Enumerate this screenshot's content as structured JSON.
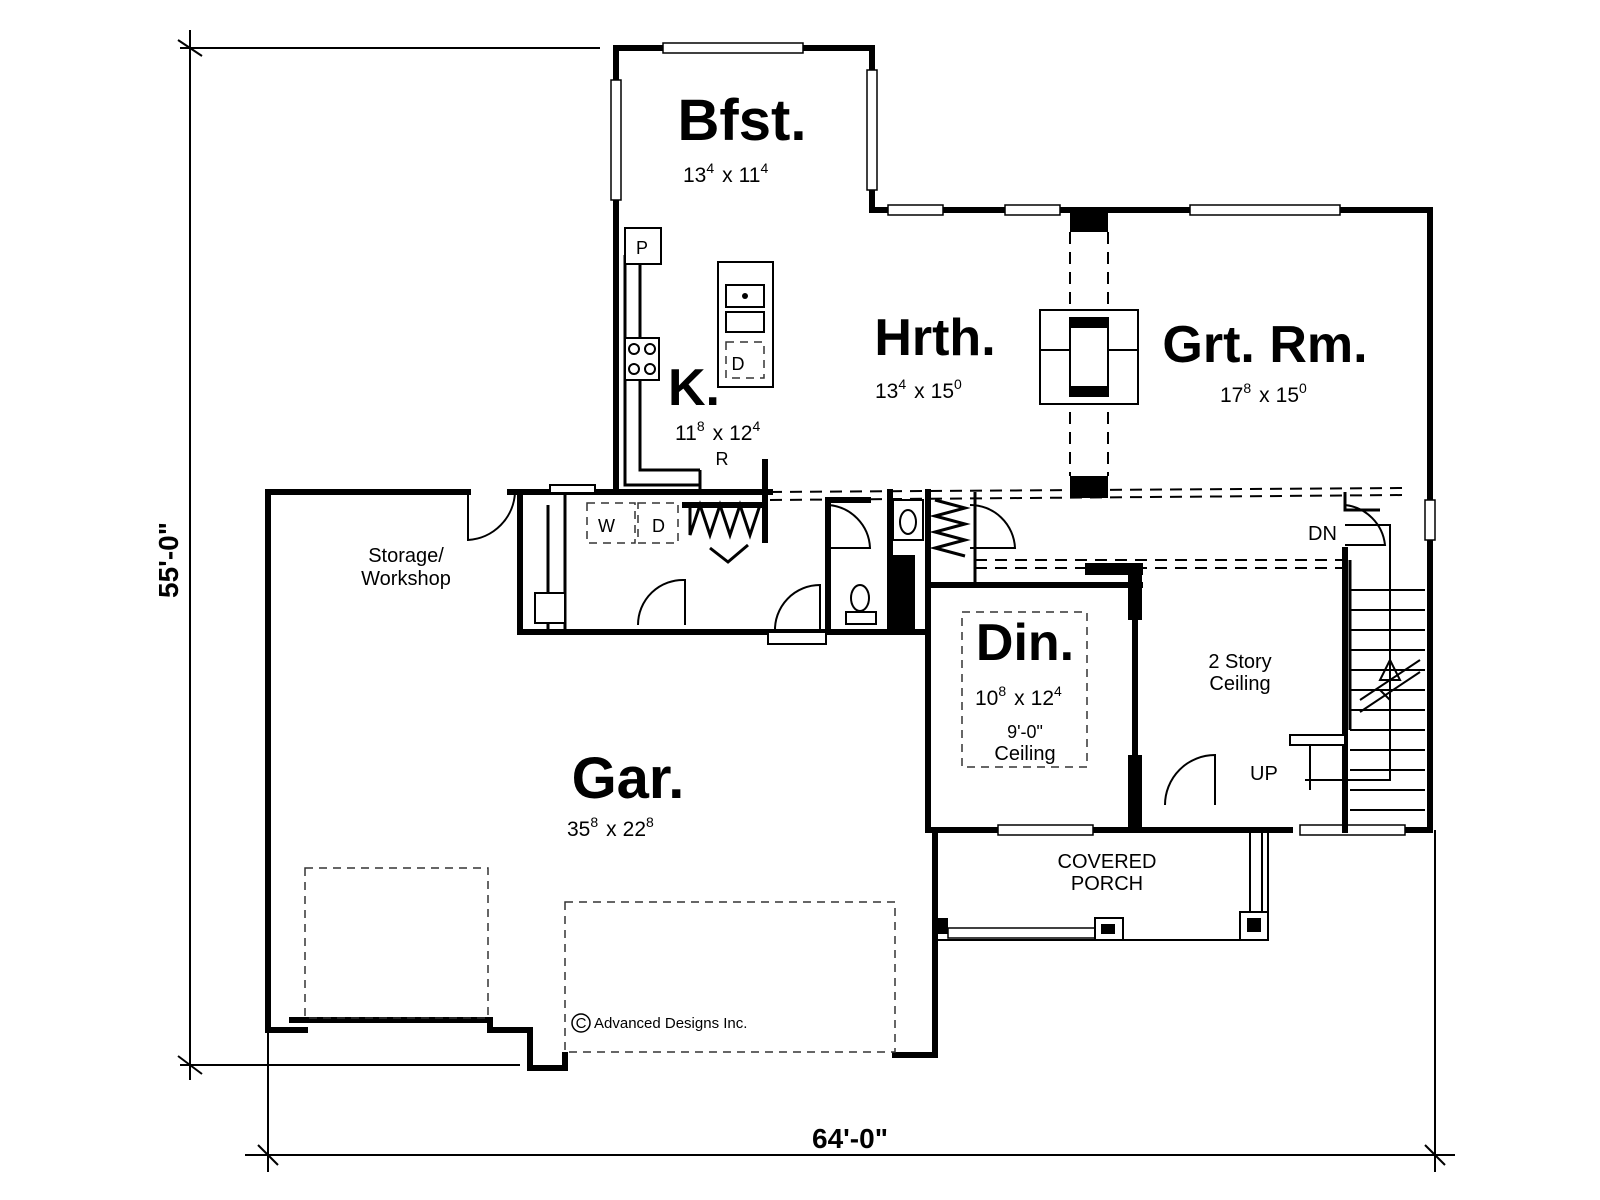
{
  "rooms": {
    "bfst": {
      "name": "Bfst.",
      "w_ft": "13",
      "w_in": "4",
      "x": "x",
      "d_ft": "11",
      "d_in": "4"
    },
    "hrth": {
      "name": "Hrth.",
      "w_ft": "13",
      "w_in": "4",
      "x": "x",
      "d_ft": "15",
      "d_in": "0"
    },
    "grt": {
      "name": "Grt. Rm.",
      "w_ft": "17",
      "w_in": "8",
      "x": "x",
      "d_ft": "15",
      "d_in": "0"
    },
    "kit": {
      "name": "K.",
      "w_ft": "11",
      "w_in": "8",
      "x": "x",
      "d_ft": "12",
      "d_in": "4"
    },
    "din": {
      "name": "Din.",
      "w_ft": "10",
      "w_in": "8",
      "x": "x",
      "d_ft": "12",
      "d_in": "4",
      "ceiling_1": "9'-0\"",
      "ceiling_2": "Ceiling"
    },
    "gar": {
      "name": "Gar.",
      "w_ft": "35",
      "w_in": "8",
      "x": "x",
      "d_ft": "22",
      "d_in": "8"
    }
  },
  "labels": {
    "storage_1": "Storage/",
    "storage_2": "Workshop",
    "story_1": "2 Story",
    "story_2": "Ceiling",
    "porch_1": "COVERED",
    "porch_2": "PORCH",
    "dn": "DN",
    "up": "UP",
    "pantry": "P",
    "refrigerator": "R",
    "washer": "W",
    "dryer": "D",
    "dishwasher": "D"
  },
  "dimensions": {
    "depth": "55'-0\"",
    "width": "64'-0\""
  },
  "copyright": "Advanced Designs Inc.",
  "copyright_symbol": "C"
}
